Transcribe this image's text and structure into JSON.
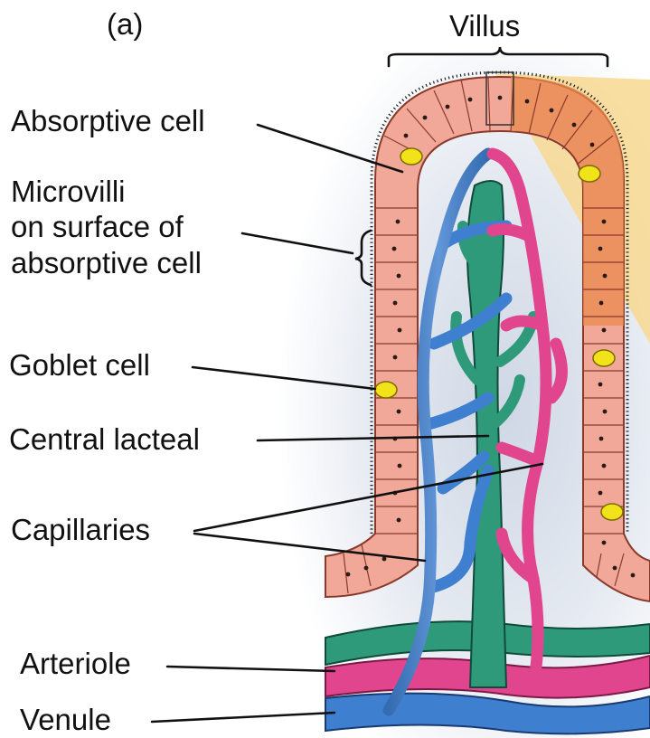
{
  "panel_label": "(a)",
  "structure_label": "Villus",
  "labels": {
    "absorptive_cell": "Absorptive cell",
    "microvilli": [
      "Microvilli",
      "on surface of",
      "absorptive cell"
    ],
    "goblet_cell": "Goblet cell",
    "central_lacteal": "Central lacteal",
    "capillaries": "Capillaries",
    "arteriole": "Arteriole",
    "venule": "Venule"
  },
  "colors": {
    "epithelium": "#f2a898",
    "epithelium_dark": "#e98a4e",
    "goblet": "#f2e21a",
    "lacteal": "#2f9a7a",
    "arteriole": "#e0458e",
    "venule": "#3f7fd0",
    "highlight": "#f8d890"
  }
}
